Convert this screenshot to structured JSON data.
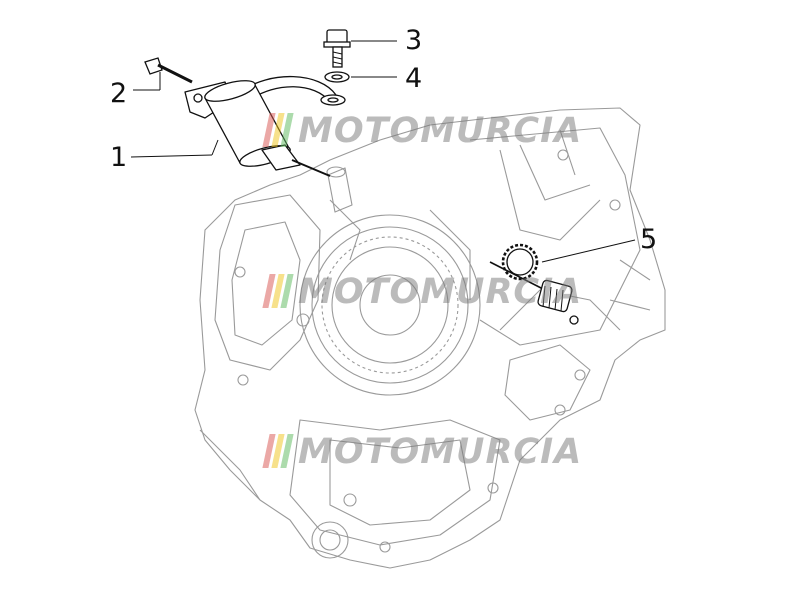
{
  "callouts": [
    {
      "id": "1",
      "label": "1"
    },
    {
      "id": "2",
      "label": "2"
    },
    {
      "id": "3",
      "label": "3"
    },
    {
      "id": "4",
      "label": "4"
    },
    {
      "id": "5",
      "label": "5"
    }
  ],
  "watermark": {
    "text": "MOTOMURCIA",
    "stripe_colors": [
      "#d9534f",
      "#f0c419",
      "#5cb85c"
    ]
  },
  "colors": {
    "line": "#111111",
    "housing": "#8a8a8a"
  }
}
